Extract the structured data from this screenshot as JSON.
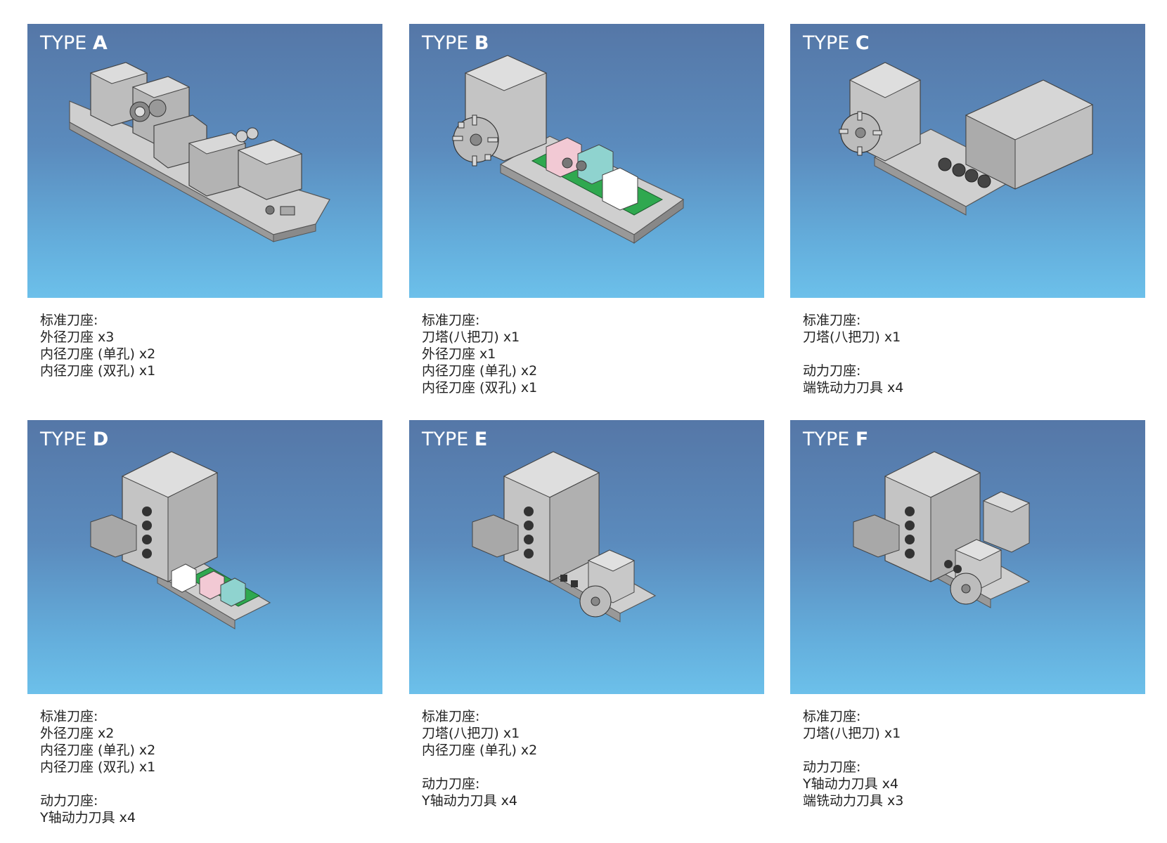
{
  "cards": [
    {
      "type_prefix": "TYPE ",
      "type_letter": "A",
      "lines": [
        "标准刀座:",
        "外径刀座 x3",
        "内径刀座 (单孔) x2",
        "内径刀座 (双孔) x1"
      ]
    },
    {
      "type_prefix": "TYPE ",
      "type_letter": "B",
      "lines": [
        "标准刀座:",
        "刀塔(八把刀) x1",
        "外径刀座 x1",
        "内径刀座 (单孔) x2",
        "内径刀座 (双孔) x1"
      ]
    },
    {
      "type_prefix": "TYPE ",
      "type_letter": "C",
      "lines": [
        "标准刀座:",
        "刀塔(八把刀) x1",
        "",
        "动力刀座:",
        "端铣动力刀具 x4"
      ]
    },
    {
      "type_prefix": "TYPE ",
      "type_letter": "D",
      "lines": [
        "标准刀座:",
        "外径刀座 x2",
        "内径刀座 (单孔) x2",
        "内径刀座 (双孔) x1",
        "",
        "动力刀座:",
        "Y轴动力刀具 x4"
      ]
    },
    {
      "type_prefix": "TYPE ",
      "type_letter": "E",
      "lines": [
        "标准刀座:",
        "刀塔(八把刀) x1",
        "内径刀座 (单孔) x2",
        "",
        "动力刀座:",
        "Y轴动力刀具 x4"
      ]
    },
    {
      "type_prefix": "TYPE ",
      "type_letter": "F",
      "lines": [
        "标准刀座:",
        "刀塔(八把刀) x1",
        "",
        "动力刀座:",
        "Y轴动力刀具 x4",
        "端铣动力刀具 x3"
      ]
    }
  ],
  "colors": {
    "panel_top": "#5577a7",
    "panel_bottom": "#6cc0ea",
    "machine_gray": "#b9b9b9",
    "tool_green": "#2fa84f",
    "tool_pink": "#f2c9d4",
    "tool_teal": "#8fd3cf"
  }
}
